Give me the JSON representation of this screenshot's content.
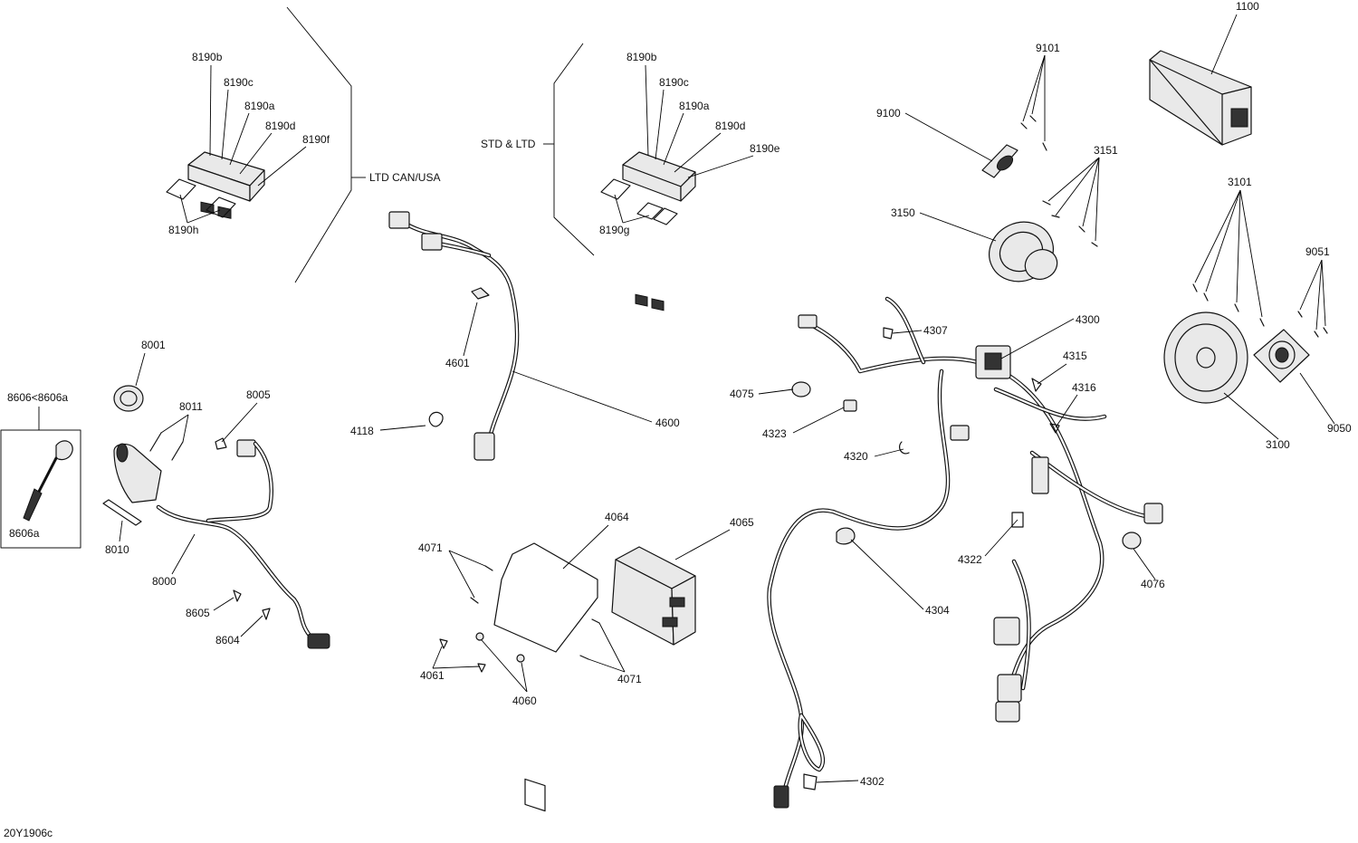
{
  "group_labels": {
    "ltd": "LTD CAN/USA",
    "std": "STD & LTD"
  },
  "callouts": {
    "c1100": "1100",
    "c9101": "9101",
    "c9100": "9100",
    "c3151": "3151",
    "c3150": "3150",
    "c3101": "3101",
    "c9051": "9051",
    "c3100": "3100",
    "c9050": "9050",
    "c8190b_l": "8190b",
    "c8190c_l": "8190c",
    "c8190a_l": "8190a",
    "c8190d_l": "8190d",
    "c8190f": "8190f",
    "c8190h": "8190h",
    "c8190b_r": "8190b",
    "c8190c_r": "8190c",
    "c8190a_r": "8190a",
    "c8190d_r": "8190d",
    "c8190e": "8190e",
    "c8190g": "8190g",
    "c4601": "4601",
    "c4118": "4118",
    "c4600": "4600",
    "c8001": "8001",
    "c8011": "8011",
    "c8005": "8005",
    "c8606range": "8606<8606a",
    "c8606a": "8606a",
    "c8010": "8010",
    "c8000": "8000",
    "c8605": "8605",
    "c8604": "8604",
    "c4064": "4064",
    "c4065": "4065",
    "c4071a": "4071",
    "c4071b": "4071",
    "c4061": "4061",
    "c4060": "4060",
    "c4300": "4300",
    "c4307": "4307",
    "c4315": "4315",
    "c4316": "4316",
    "c4075": "4075",
    "c4323": "4323",
    "c4320": "4320",
    "c4322": "4322",
    "c4076": "4076",
    "c4304": "4304",
    "c4302": "4302"
  },
  "figure_id": "20Y1906c"
}
